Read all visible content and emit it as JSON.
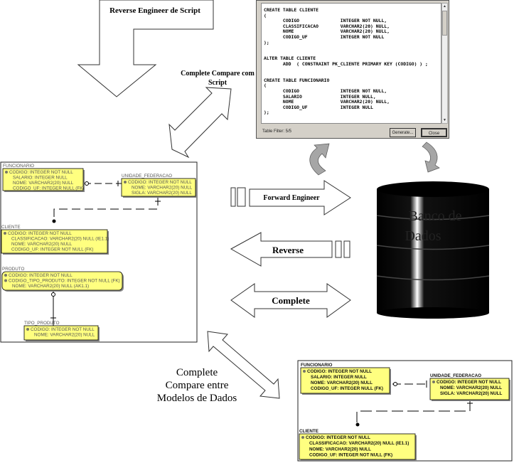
{
  "top_arrow": {
    "label": "Reverse Engineer de Script"
  },
  "compare_script": {
    "line1": "Complete Compare com",
    "line2": "Script"
  },
  "script_window": {
    "code_lines": [
      "CREATE TABLE CLIENTE",
      "(",
      "       CODIGO               INTEGER NOT NULL,",
      "       CLASSIFICACAO        VARCHAR2(20) NULL,",
      "       NOME                 VARCHAR2(20) NULL,",
      "       CODIGO_UF            INTEGER NOT NULL",
      ");",
      "",
      "",
      "ALTER TABLE CLIENTE",
      "       ADD  ( CONSTRAINT PK_CLIENTE PRIMARY KEY (CODIGO) ) ;",
      "",
      "",
      "CREATE TABLE FUNCIONARIO",
      "(",
      "       CODIGO               INTEGER NOT NULL,",
      "       SALARIO              INTEGER NULL,",
      "       NOME                 VARCHAR2(20) NULL,",
      "       CODIGO_UF            INTEGER NULL",
      ");"
    ],
    "table_filter": "Table Filter: 5/5",
    "generate_label": "Generate...",
    "close_label": "Close"
  },
  "arrows": {
    "forward": "Forward Engineer",
    "reverse": "Reverse",
    "complete": "Complete"
  },
  "database": {
    "line1": "Banco de",
    "line2": "Dados"
  },
  "compare_models": {
    "line1": "Complete",
    "line2": "Compare entre",
    "line3": "Modelos de Dados"
  },
  "model_left": {
    "funcionario": {
      "name": "FUNCIONARIO",
      "cols": [
        "CODIGO: INTEGER NOT NULL",
        "SALARIO: INTEGER NULL",
        "NOME: VARCHAR2(20) NULL",
        "CODIGO_UF: INTEGER NULL (FK)"
      ]
    },
    "unidade": {
      "name": "UNIDADE_FEDERACAO",
      "cols": [
        "CODIGO: INTEGER NOT NULL",
        "NOME: VARCHAR2(20) NULL",
        "SIGLA: VARCHAR2(20) NULL"
      ]
    },
    "cliente": {
      "name": "CLIENTE",
      "cols": [
        "CODIGO: INTEGER NOT NULL",
        "CLASSIFICACAO: VARCHAR2(20) NULL (IE1.1)",
        "NOME: VARCHAR2(20) NULL",
        "CODIGO_UF: INTEGER NOT NULL (FK)"
      ]
    },
    "produto": {
      "name": "PRODUTO",
      "cols": [
        "CODIGO: INTEGER NOT NULL",
        "CODIGO_TIPO_PRODUTO: INTEGER NOT NULL (FK)",
        "NOME: VARCHAR2(20) NULL (AK1.1)"
      ]
    },
    "tipo": {
      "name": "TIPO_PRODUTO",
      "cols": [
        "CODIGO: INTEGER NOT NULL",
        "NOME: VARCHAR2(20) NULL"
      ]
    }
  },
  "model_right": {
    "funcionario": {
      "name": "FUNCIONARIO",
      "cols": [
        "CODIGO: INTEGER NOT NULL",
        "SALARIO: INTEGER NULL",
        "NOME: VARCHAR2(20) NULL",
        "CODIGO_UF: INTEGER NULL (FK)"
      ]
    },
    "unidade": {
      "name": "UNIDADE_FEDERACAO",
      "cols": [
        "CODIGO: INTEGER NOT NULL",
        "NOME: VARCHAR2(20) NULL",
        "SIGLA: VARCHAR2(20) NULL"
      ]
    },
    "cliente": {
      "name": "CLIENTE",
      "cols": [
        "CODIGO: INTEGER NOT NULL",
        "CLASSIFICACAO: VARCHAR2(20) NULL (IE1.1)",
        "NOME: VARCHAR2(20) NULL",
        "CODIGO_UF: INTEGER NOT NULL (FK)"
      ]
    }
  },
  "colors": {
    "entity_fill": "#ffff80",
    "arrow_gray": "#a0a0a0",
    "database": "#000000"
  }
}
